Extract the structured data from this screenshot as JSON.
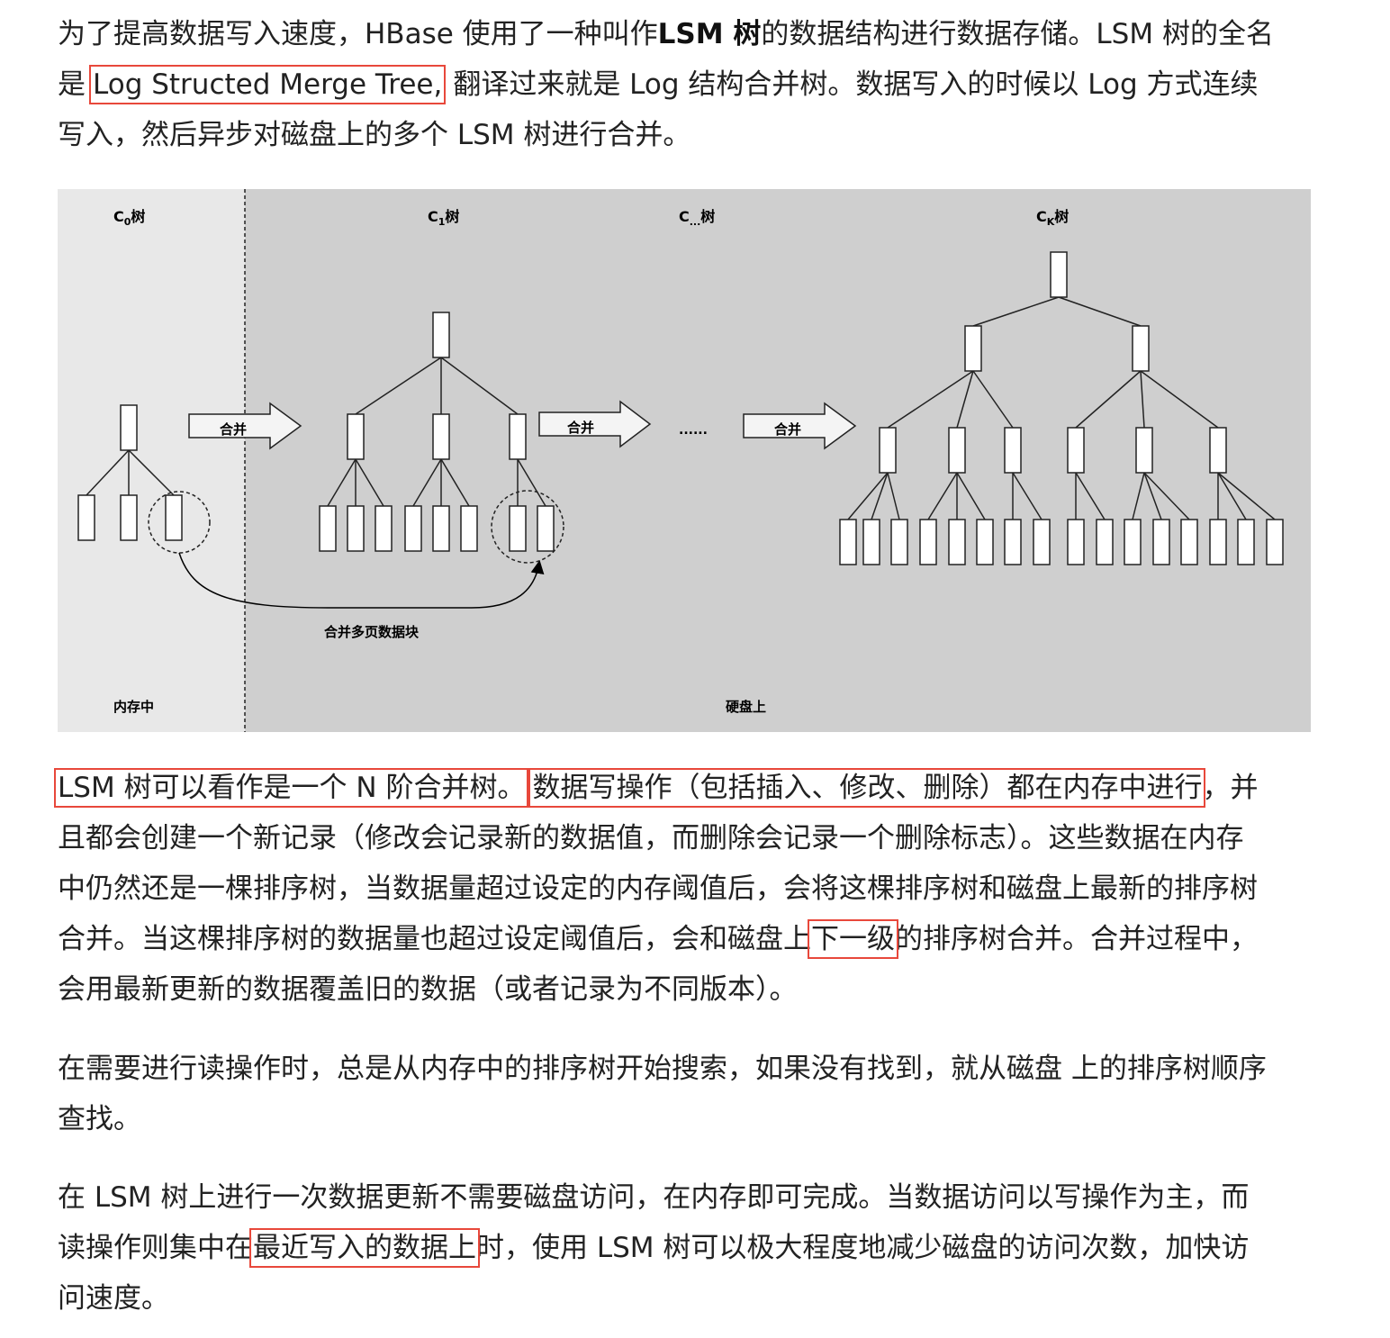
{
  "intro": {
    "line1_a": "为了提高数据写入速度，HBase 使用了一种叫作",
    "line1_bold": "LSM 树",
    "line1_b": "的数据结构进行数据存储。LSM 树的全名",
    "line2_a": "是",
    "line2_highlight": "Log Structed Merge Tree,",
    "line2_b": "翻译过来就是 Log 结构合并树。数据写入的时候以 Log 方式连续",
    "line3": "写入，然后异步对磁盘上的多个 LSM 树进行合并。"
  },
  "figure": {
    "c0_label": "C",
    "c0_sub": "0",
    "c1_label": "C",
    "c1_sub": "1",
    "cdots_label": "C",
    "cdots_sub": "...",
    "ck_label": "C",
    "ck_sub": "K",
    "tree_suffix": "树",
    "merge_arrow_label": "合并",
    "ellipsis": "......",
    "merge_pages_label": "合并多页数据块",
    "memory_label": "内存中",
    "disk_label": "硬盘上",
    "colors": {
      "memory_bg": "#e8e8e8",
      "disk_bg": "#cfcfcf",
      "highlight_border": "#e8483b"
    }
  },
  "para2": {
    "line1_hl1": "LSM 树可以看作是一个 N 阶合并树。",
    "line1_hl2": "数据写操作（包括插入、修改、删除）都在内存中进行",
    "line1_tail": "，并",
    "line2": "且都会创建一个新记录（修改会记录新的数据值，而删除会记录一个删除标志）。这些数据在内存",
    "line3": "中仍然还是一棵排序树，当数据量超过设定的内存阈值后，会将这棵排序树和磁盘上最新的排序树",
    "line4_a": "合并。当这棵排序树的数据量也超过设定阈值后，会和磁盘上",
    "line4_hl": "下一级",
    "line4_b": "的排序树合并。合并过程中，",
    "line5": "会用最新更新的数据覆盖旧的数据（或者记录为不同版本）。"
  },
  "para3": {
    "line1": "在需要进行读操作时，总是从内存中的排序树开始搜索，如果没有找到，就从磁盘 上的排序树顺序",
    "line2": "查找。"
  },
  "para4": {
    "line1": "在 LSM 树上进行一次数据更新不需要磁盘访问，在内存即可完成。当数据访问以写操作为主，而",
    "line2_a": "读操作则集中在",
    "line2_hl": "最近写入的数据上",
    "line2_b": "时，使用 LSM 树可以极大程度地减少磁盘的访问次数，加快访",
    "line3": "问速度。"
  }
}
